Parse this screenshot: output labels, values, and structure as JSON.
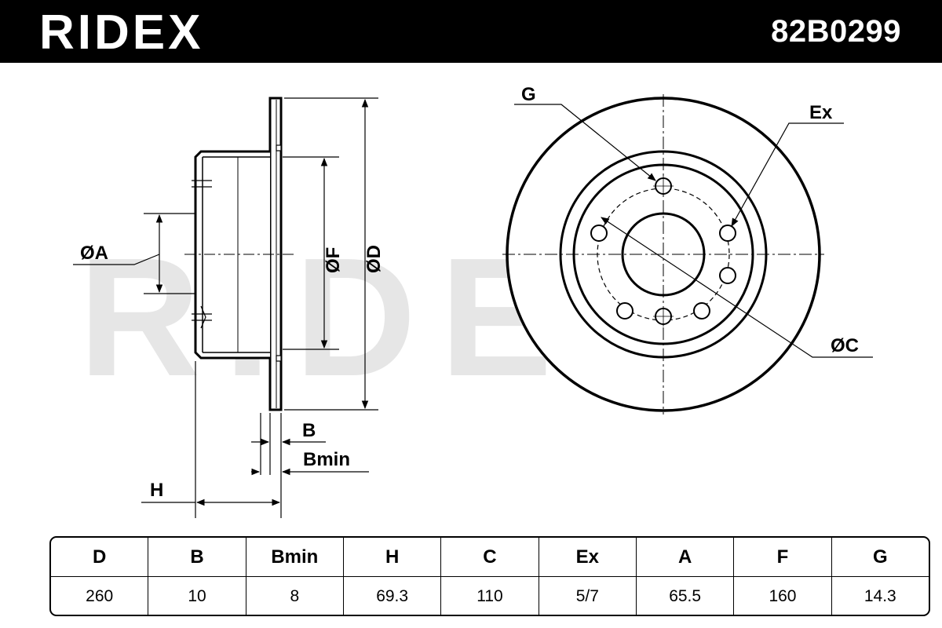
{
  "header": {
    "brand": "RIDEX",
    "part_number": "82B0299"
  },
  "watermark": {
    "text": "RIDEX"
  },
  "side_view": {
    "label_A": "ØA",
    "label_F": "ØF",
    "label_D": "ØD",
    "label_B": "B",
    "label_Bmin": "Bmin",
    "label_H": "H"
  },
  "front_view": {
    "label_G": "G",
    "label_Ex": "Ex",
    "label_C": "ØC"
  },
  "specs": {
    "headers": [
      "D",
      "B",
      "Bmin",
      "H",
      "C",
      "Ex",
      "A",
      "F",
      "G"
    ],
    "values": [
      "260",
      "10",
      "8",
      "69.3",
      "110",
      "5/7",
      "65.5",
      "160",
      "14.3"
    ]
  }
}
